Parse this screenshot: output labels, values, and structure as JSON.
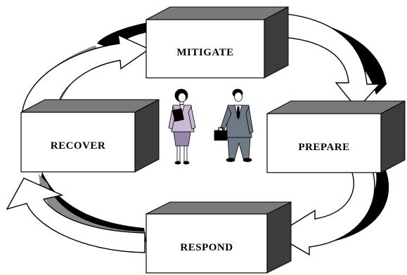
{
  "stages": {
    "mitigate": "MITIGATE",
    "prepare": "PREPARE",
    "respond": "RESPOND",
    "recover": "RECOVER"
  },
  "figures": {
    "woman": "businesswoman-figure",
    "man": "businessman-figure"
  },
  "colors": {
    "box_front": "#ffffff",
    "box_top": "#7a7a7a",
    "box_side": "#3c3c3c",
    "arrow_shadow": "#000000",
    "arrow_mid": "#8a8a8a",
    "outline": "#000000"
  }
}
